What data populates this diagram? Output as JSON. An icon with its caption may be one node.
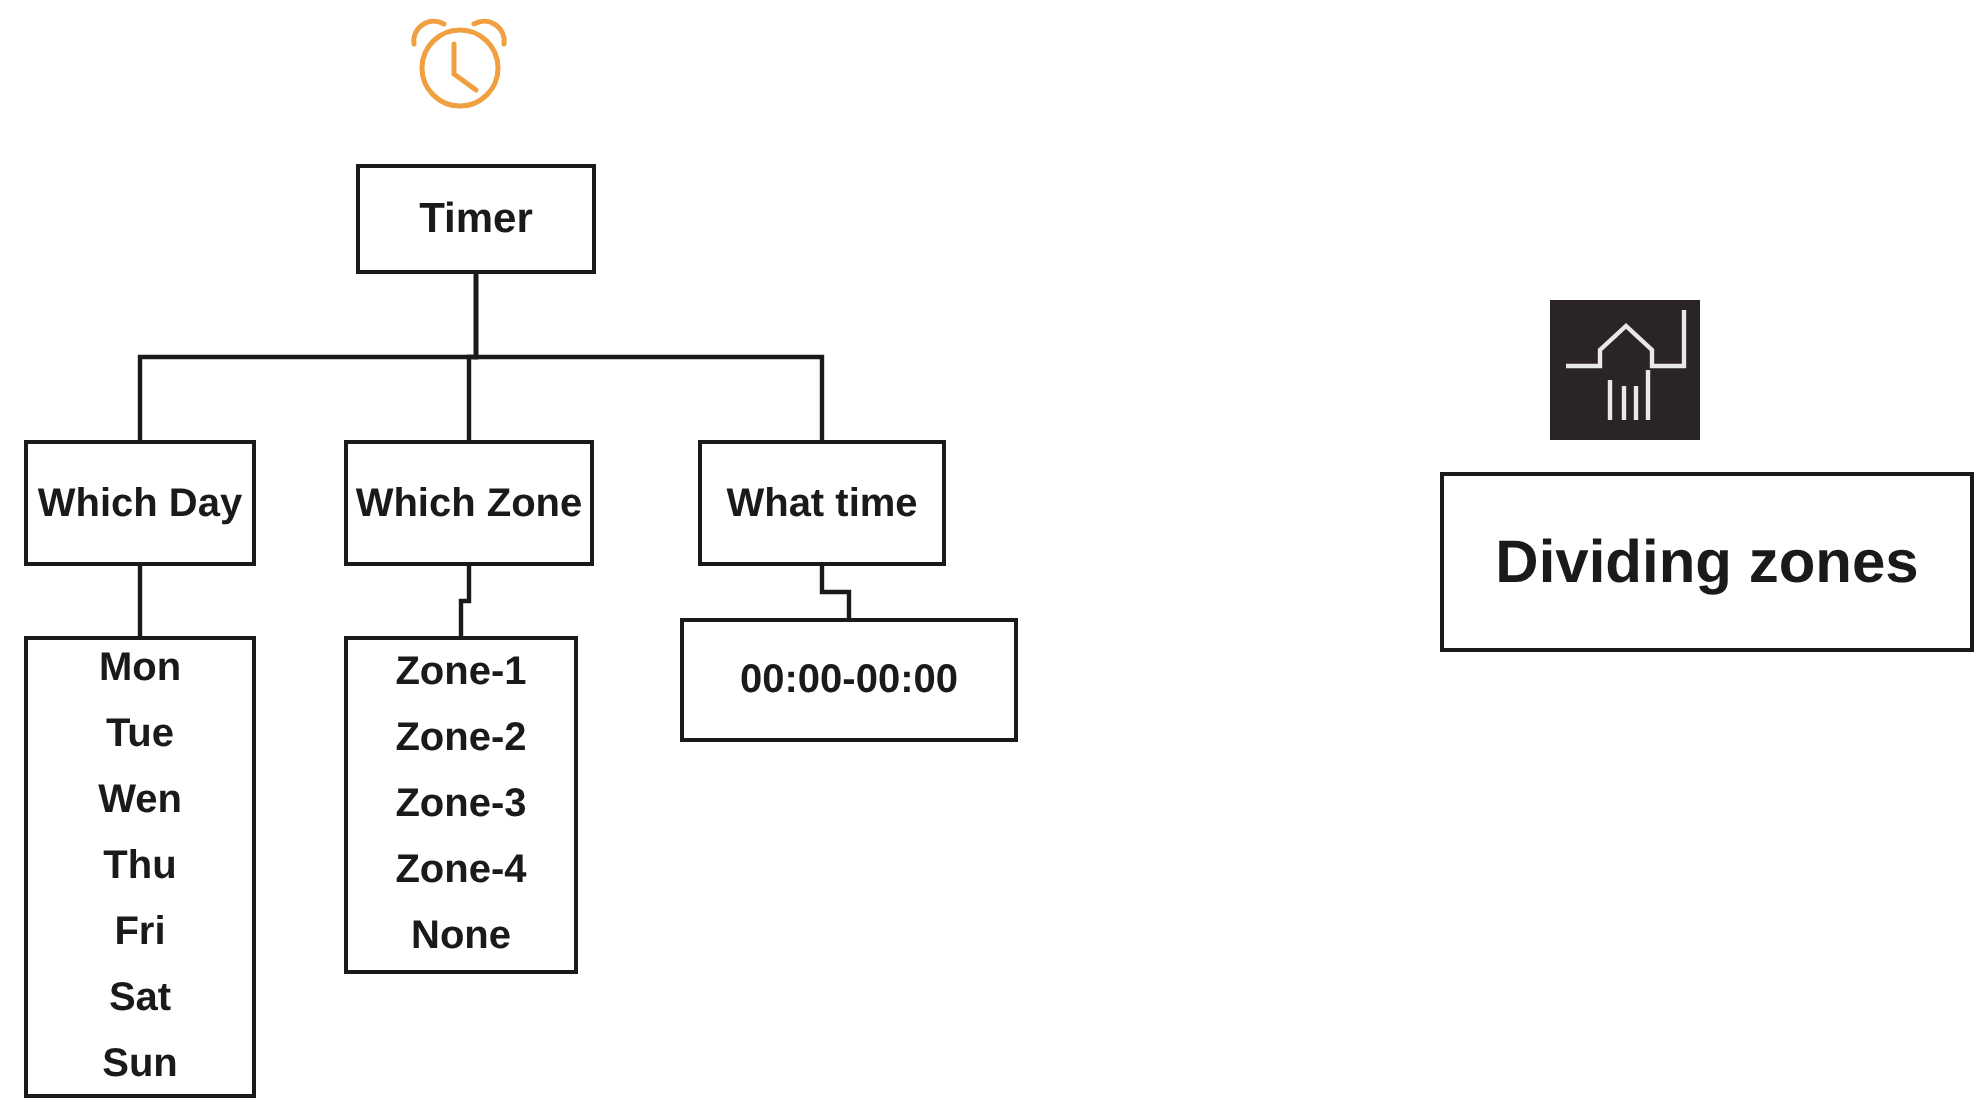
{
  "diagram": {
    "nodes": [
      {
        "text": [
          "Timer"
        ]
      },
      {
        "text": [
          "Which Day"
        ]
      },
      {
        "text": [
          "Which Zone"
        ]
      },
      {
        "text": [
          "What time"
        ]
      },
      {
        "text": [
          "Mon",
          "Tue",
          "Wen",
          "Thu",
          "Fri",
          "Sat",
          "Sun"
        ]
      },
      {
        "text": [
          "Zone-1",
          "Zone-2",
          "Zone-3",
          "Zone-4",
          "None"
        ]
      },
      {
        "text": [
          "00:00-00:00"
        ]
      },
      {
        "text": [
          "Dividing zones"
        ]
      }
    ],
    "edges": [
      {
        "from": 0,
        "to": 1,
        "arrow": "none"
      },
      {
        "from": 0,
        "to": 2,
        "arrow": "none"
      },
      {
        "from": 0,
        "to": 3,
        "arrow": "none"
      },
      {
        "from": 1,
        "to": 4,
        "arrow": "none"
      },
      {
        "from": 2,
        "to": 5,
        "arrow": "none"
      },
      {
        "from": 3,
        "to": 6,
        "arrow": "none"
      }
    ]
  }
}
